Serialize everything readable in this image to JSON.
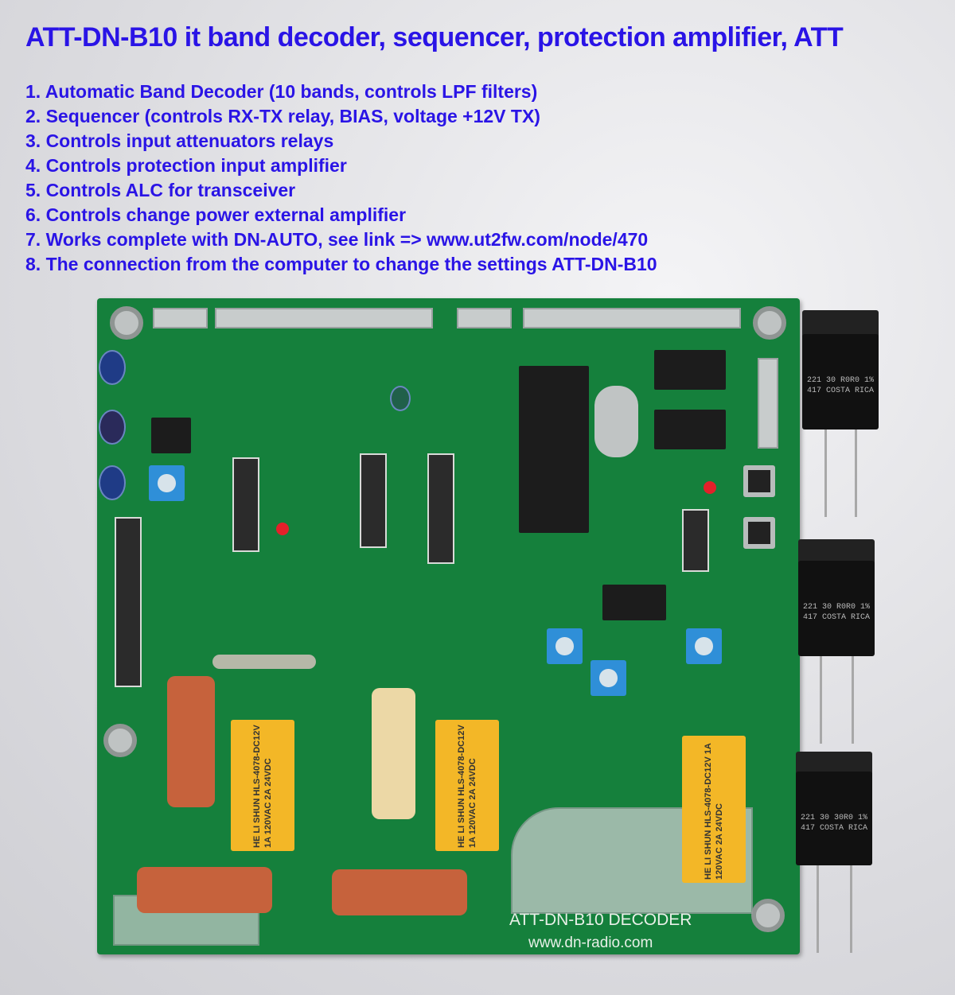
{
  "title": "ATT-DN-B10 it band decoder, sequencer, protection amplifier, ATT",
  "features": [
    "1. Automatic Band Decoder (10 bands, controls LPF filters)",
    "2. Sequencer (controls RX-TX relay, BIAS, voltage +12V TX)",
    "3. Controls input attenuators relays",
    "4. Controls protection input amplifier",
    "5. Controls ALC for transceiver",
    "6. Controls change power external amplifier",
    "7. Works complete with DN-AUTO, see link => www.ut2fw.com/node/470",
    "8. The connection from the computer to change the settings ATT-DN-B10"
  ],
  "board": {
    "silkscreen_name": "ATT-DN-B10 DECODER",
    "silkscreen_url": "www.dn-radio.com",
    "relay_label": "HE LI SHUN HLS-4078-DC12V 1A 120VAC 2A 24VDC",
    "resistor_markings": [
      "221 30 R0R0 1% 417 COSTA RICA",
      "221 30 R0R0 1% 417 COSTA RICA",
      "221 30 30R0 1% 417 COSTA RICA"
    ],
    "colors": {
      "board": "#15803c",
      "text": "#2a14e6",
      "relay": "#f3b727"
    }
  }
}
